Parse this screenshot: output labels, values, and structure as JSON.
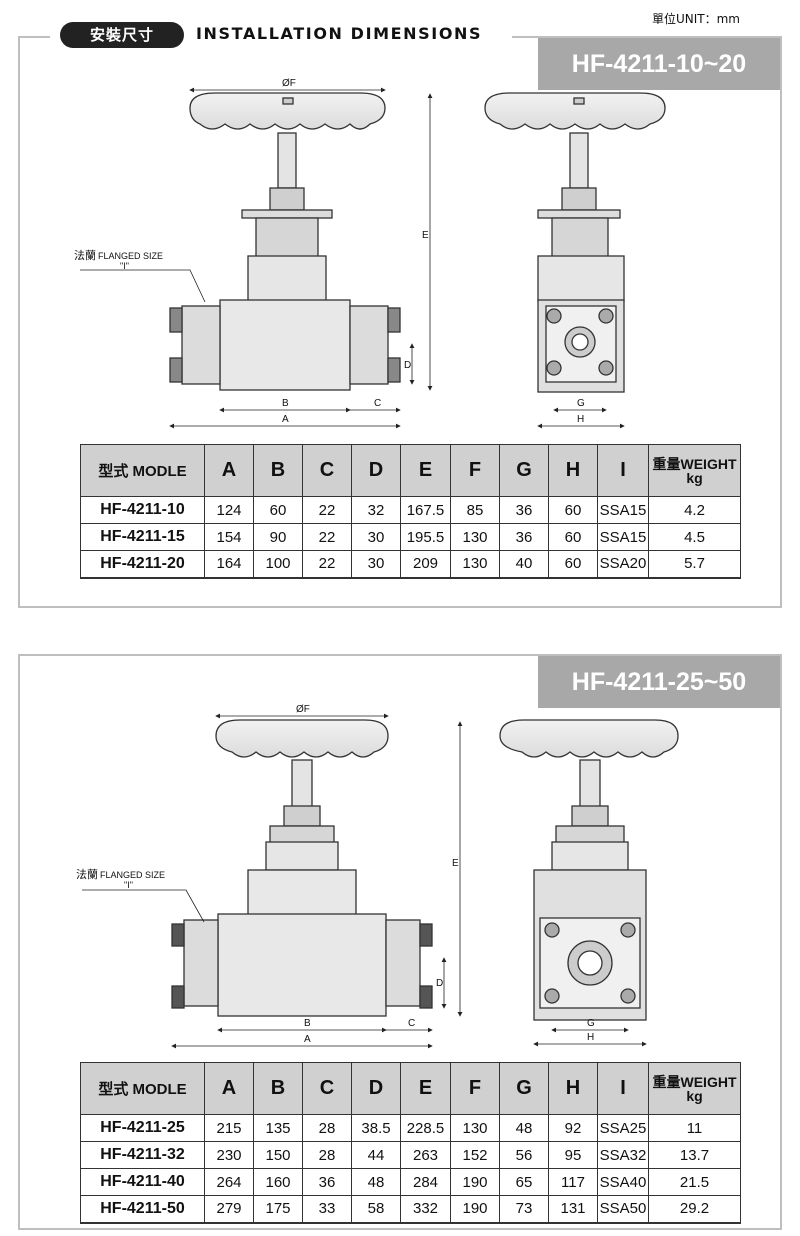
{
  "unit_label": "單位UNIT：mm",
  "header": {
    "badge": "安裝尺寸",
    "title": "INSTALLATION DIMENSIONS"
  },
  "sections": [
    {
      "model_range": "HF-4211-10~20",
      "flange_label_cn": "法蘭",
      "flange_label_en": "FLANGED SIZE",
      "flange_symbol": "\"I\"",
      "dim_labels": {
        "F": "ØF",
        "E": "E",
        "B": "B",
        "A": "A",
        "C": "C",
        "D": "D",
        "G": "G",
        "H": "H"
      },
      "table": {
        "model_header_cn": "型式",
        "model_header_en": "MODLE",
        "columns": [
          "A",
          "B",
          "C",
          "D",
          "E",
          "F",
          "G",
          "H",
          "I"
        ],
        "weight_header_cn": "重量",
        "weight_header_en": "WEIGHT",
        "weight_unit": "kg",
        "rows": [
          {
            "model": "HF-4211-10",
            "values": [
              "124",
              "60",
              "22",
              "32",
              "167.5",
              "85",
              "36",
              "60",
              "SSA15"
            ],
            "weight": "4.2"
          },
          {
            "model": "HF-4211-15",
            "values": [
              "154",
              "90",
              "22",
              "30",
              "195.5",
              "130",
              "36",
              "60",
              "SSA15"
            ],
            "weight": "4.5"
          },
          {
            "model": "HF-4211-20",
            "values": [
              "164",
              "100",
              "22",
              "30",
              "209",
              "130",
              "40",
              "60",
              "SSA20"
            ],
            "weight": "5.7"
          }
        ]
      }
    },
    {
      "model_range": "HF-4211-25~50",
      "flange_label_cn": "法蘭",
      "flange_label_en": "FLANGED SIZE",
      "flange_symbol": "\"I\"",
      "dim_labels": {
        "F": "ØF",
        "E": "E",
        "B": "B",
        "A": "A",
        "C": "C",
        "D": "D",
        "G": "G",
        "H": "H"
      },
      "table": {
        "model_header_cn": "型式",
        "model_header_en": "MODLE",
        "columns": [
          "A",
          "B",
          "C",
          "D",
          "E",
          "F",
          "G",
          "H",
          "I"
        ],
        "weight_header_cn": "重量",
        "weight_header_en": "WEIGHT",
        "weight_unit": "kg",
        "rows": [
          {
            "model": "HF-4211-25",
            "values": [
              "215",
              "135",
              "28",
              "38.5",
              "228.5",
              "130",
              "48",
              "92",
              "SSA25"
            ],
            "weight": "11"
          },
          {
            "model": "HF-4211-32",
            "values": [
              "230",
              "150",
              "28",
              "44",
              "263",
              "152",
              "56",
              "95",
              "SSA32"
            ],
            "weight": "13.7"
          },
          {
            "model": "HF-4211-40",
            "values": [
              "264",
              "160",
              "36",
              "48",
              "284",
              "190",
              "65",
              "117",
              "SSA40"
            ],
            "weight": "21.5"
          },
          {
            "model": "HF-4211-50",
            "values": [
              "279",
              "175",
              "33",
              "58",
              "332",
              "190",
              "73",
              "131",
              "SSA50"
            ],
            "weight": "29.2"
          }
        ]
      }
    }
  ]
}
